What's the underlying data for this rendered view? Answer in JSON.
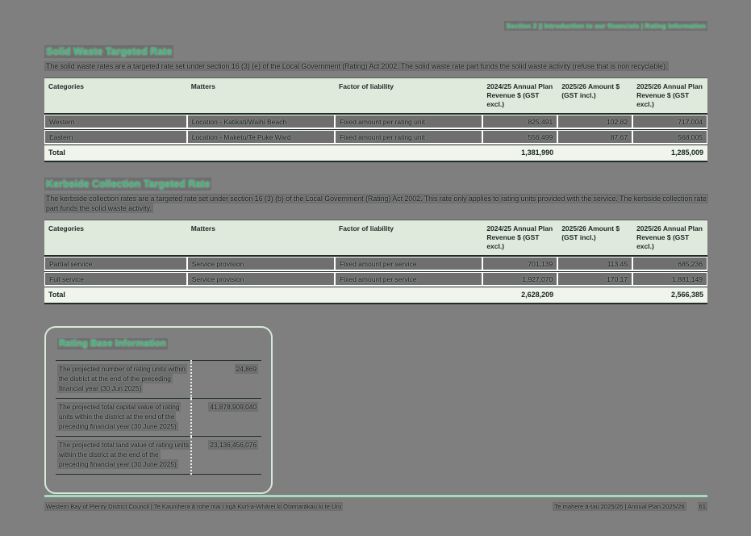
{
  "page": {
    "header_right": "Section 3 || Introduction to our financials | Rating Information",
    "footer": {
      "left": "Western Bay of Plenty District Council | Te Kaunihera ā rohe mai i ngā Kurī-a-Whārei ki Ōtamarākau ki te Uru",
      "right": "Te mahere ā-tau 2025/26 | Annual Plan 2025/26",
      "page_number": "61"
    }
  },
  "colors": {
    "accent_green": "#3cb878",
    "table_header_bg": "#dfe9dc",
    "total_row_bg": "#f0f4ec",
    "page_bg": "#7f7f7f",
    "selection_highlight": "#6e6e6e",
    "border_dark": "#1e2d26",
    "footer_line_green": "#a5dabd"
  },
  "solid_waste": {
    "title": "Solid Waste Targeted Rate",
    "description": "The solid waste rates are a targeted rate set under section 16 (3) (e) of the Local Government (Rating) Act 2002. The solid waste rate part funds the solid waste activity (refuse that is non recyclable).",
    "table": {
      "columns": [
        "Categories",
        "Matters",
        "Factor of liability",
        "2024/25 Annual Plan Revenue $ (GST excl.)",
        "2025/26 Amount $ (GST incl.)",
        "2025/26 Annual Plan Revenue $ (GST excl.)"
      ],
      "numeric_columns": [
        3,
        4,
        5
      ],
      "rows": [
        [
          "Western",
          "Location - Katikati/Waihi Beach",
          "Fixed amount per rating unit",
          "825,491",
          "102.82",
          "717,004"
        ],
        [
          "Eastern",
          "Location - Maketu/Te Puke Ward",
          "Fixed amount per rating unit",
          "556,499",
          "87.67",
          "568,005"
        ]
      ],
      "total_label": "Total",
      "totals": [
        "",
        "",
        "",
        "1,381,990",
        "",
        "1,285,009"
      ]
    }
  },
  "kerbside": {
    "title": "Kerbside Collection Targeted Rate",
    "description": "The kerbside collection rates are a targeted rate set under section 16 (3) (b) of the Local Government (Rating) Act 2002. This rate only applies to rating units provided with the service. The kerbside collection rate part funds the solid waste activity.",
    "table": {
      "columns": [
        "Categories",
        "Matters",
        "Factor of liability",
        "2024/25 Annual Plan Revenue $ (GST excl.)",
        "2025/26 Amount $ (GST incl.)",
        "2025/26 Annual Plan Revenue $ (GST excl.)"
      ],
      "numeric_columns": [
        3,
        4,
        5
      ],
      "rows": [
        [
          "Partial service",
          "Service provision",
          "Fixed amount per service",
          "701,139",
          "113.45",
          "685,236"
        ],
        [
          "Full service",
          "Service provision",
          "Fixed amount per service",
          "1,927,070",
          "170.17",
          "1,881,149"
        ]
      ],
      "total_label": "Total",
      "totals": [
        "",
        "",
        "",
        "2,628,209",
        "",
        "2,566,385"
      ]
    }
  },
  "rating_base": {
    "title": "Rating Base Information",
    "rows": [
      {
        "label": "The projected number of rating units within the district at the end of the preceding financial year (30 Jun 2025)",
        "value": "24,869"
      },
      {
        "label": "The projected total capital value of rating units within the district at the end of the preceding financial year (30 June 2025)",
        "value": "41,878,909,040"
      },
      {
        "label": "The projected total land value of rating units within the district at the end of the preceding financial year (30 June 2025)",
        "value": "23,136,456,076"
      }
    ]
  }
}
